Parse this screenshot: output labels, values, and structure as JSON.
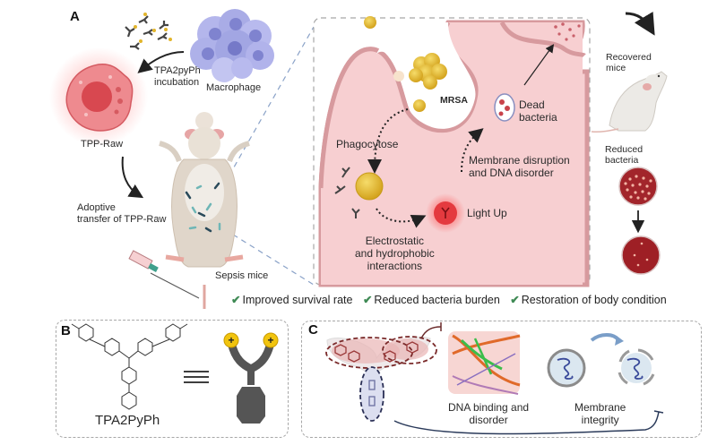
{
  "panels": {
    "A": {
      "letter": "A",
      "labels": {
        "incubation_line1": "TPA2pyPh",
        "incubation_line2": "incubation",
        "macrophage": "Macrophage",
        "tpp_raw": "TPP-Raw",
        "adoptive_line1": "Adoptive",
        "adoptive_line2": "transfer of TPP-Raw",
        "sepsis_mice": "Sepsis mice",
        "mrsa": "MRSA",
        "dead_bacteria_line1": "Dead",
        "dead_bacteria_line2": "bacteria",
        "phagocytose": "Phagocytose",
        "membrane_line1": "Membrane disruption",
        "membrane_line2": "and DNA disorder",
        "light_up": "Light Up",
        "electro_line1": "Electrostatic",
        "electro_line2": "and hydrophobic",
        "electro_line3": "interactions",
        "recovered_line1": "Recovered",
        "recovered_line2": "mice",
        "reduced_line1": "Reduced",
        "reduced_line2": "bacteria"
      },
      "outcomes": [
        "Improved survival rate",
        "Reduced bacteria burden",
        "Restoration of body condition"
      ]
    },
    "B": {
      "letter": "B",
      "compound_name": "TPA2PyPh",
      "equivalence_symbol": "≡"
    },
    "C": {
      "letter": "C",
      "dna_line1": "DNA binding and",
      "dna_line2": "disorder",
      "membrane_line1": "Membrane",
      "membrane_line2": "integrity"
    }
  },
  "colors": {
    "cell_pink": "#f6c9cb",
    "cell_border": "#d79a9e",
    "bacteria_gold": "#e2b52b",
    "macrophage_purple": "#9a9de0",
    "tpp_red": "#e8636a",
    "check_green": "#3f8a55",
    "dash_gray": "#a7a7a7",
    "dash_blue": "#8aa2c8",
    "plate_red": "#9e1f25"
  }
}
